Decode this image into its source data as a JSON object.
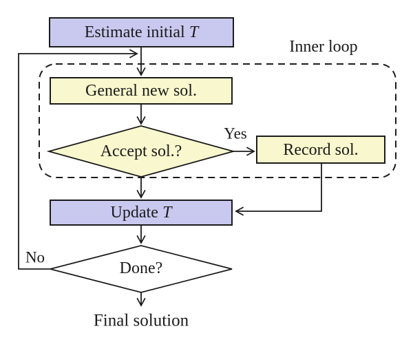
{
  "colors": {
    "purple_fill": "#c9c9f0",
    "yellow_fill": "#f8f7cd",
    "white_fill": "#ffffff",
    "stroke": "#1b1b1b",
    "background": "#ffffff"
  },
  "nodes": {
    "estimate": {
      "prefix": "Estimate initial",
      "var": "T"
    },
    "general": {
      "label": "General new sol."
    },
    "accept": {
      "label": "Accept sol.?"
    },
    "record": {
      "label": "Record sol."
    },
    "update": {
      "prefix": "Update",
      "var": "T"
    },
    "done": {
      "label": "Done?"
    },
    "final": {
      "label": "Final solution"
    }
  },
  "labels": {
    "inner_loop": "Inner loop",
    "yes": "Yes",
    "no": "No"
  }
}
